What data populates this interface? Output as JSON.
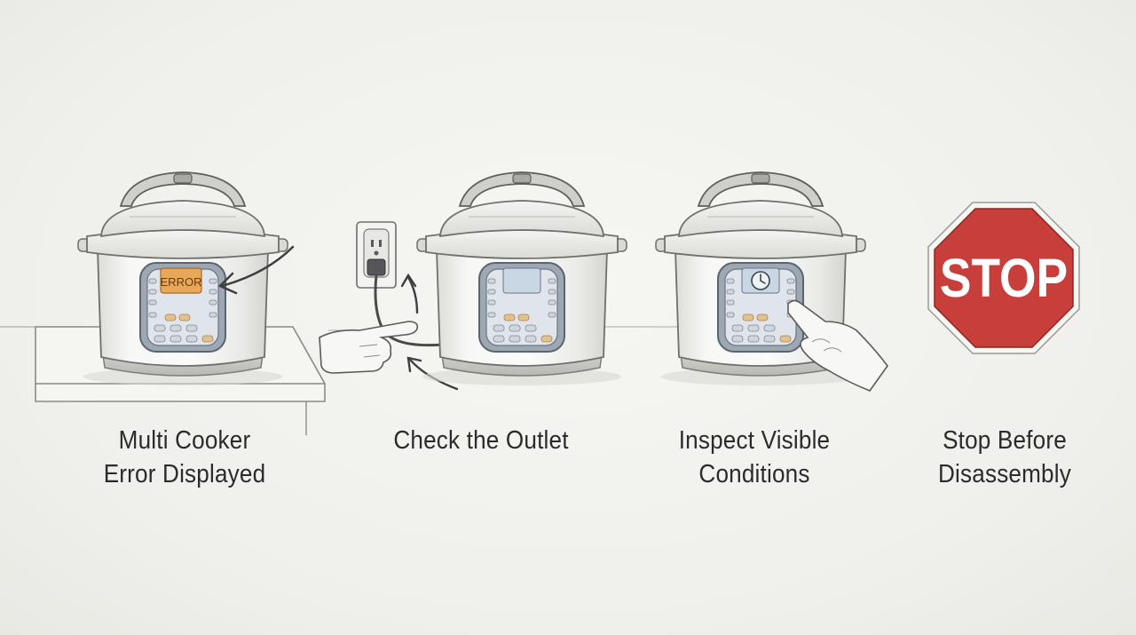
{
  "steps": [
    {
      "caption_lines": [
        "Multi Cooker",
        "Error Displayed"
      ],
      "display_text": "ERROR"
    },
    {
      "caption_lines": [
        "Check the Outlet"
      ]
    },
    {
      "caption_lines": [
        "Inspect Visible",
        "Conditions"
      ]
    },
    {
      "caption_lines": [
        "Stop Before",
        "Disassembly"
      ],
      "sign_text": "STOP"
    }
  ],
  "colors": {
    "background": "#f1f1ed",
    "error_display": "#e8a85a",
    "stop_sign": "#c83e3b",
    "display_blue": "#c9d6e3",
    "button_orange": "#e2c08f"
  },
  "icons": [
    "multi-cooker-icon",
    "wall-outlet-icon",
    "pointing-hand-icon",
    "clock-icon",
    "stop-sign-icon"
  ]
}
